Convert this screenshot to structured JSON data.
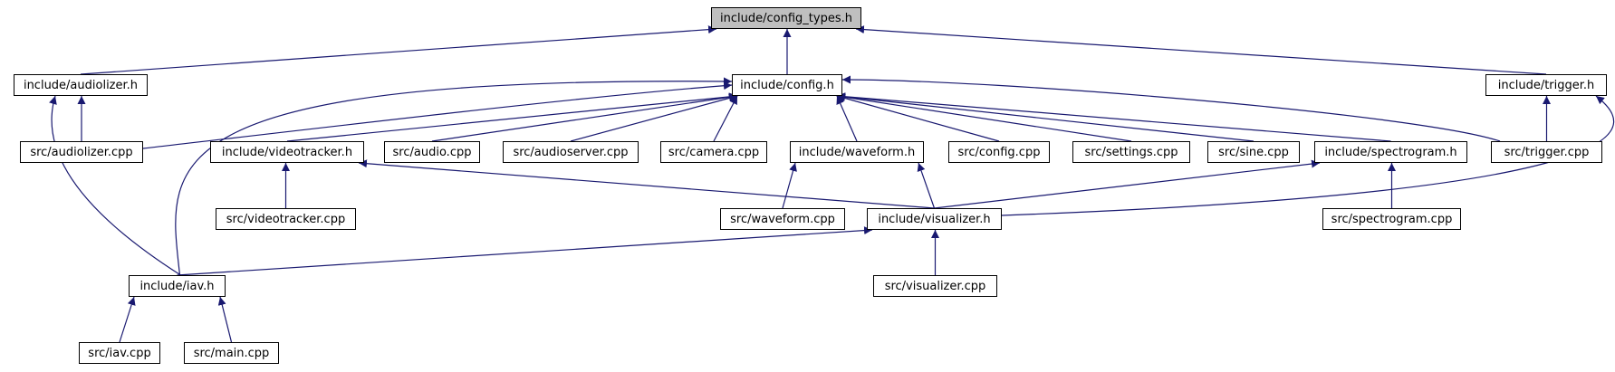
{
  "graph": {
    "nodes": [
      {
        "id": "config_types",
        "label": "include/config_types.h"
      },
      {
        "id": "audiolizer_h",
        "label": "include/audiolizer.h"
      },
      {
        "id": "config_h",
        "label": "include/config.h"
      },
      {
        "id": "trigger_h",
        "label": "include/trigger.h"
      },
      {
        "id": "audiolizer_cpp",
        "label": "src/audiolizer.cpp"
      },
      {
        "id": "videotracker_h",
        "label": "include/videotracker.h"
      },
      {
        "id": "audio_cpp",
        "label": "src/audio.cpp"
      },
      {
        "id": "audioserver_cpp",
        "label": "src/audioserver.cpp"
      },
      {
        "id": "camera_cpp",
        "label": "src/camera.cpp"
      },
      {
        "id": "waveform_h",
        "label": "include/waveform.h"
      },
      {
        "id": "config_cpp",
        "label": "src/config.cpp"
      },
      {
        "id": "settings_cpp",
        "label": "src/settings.cpp"
      },
      {
        "id": "sine_cpp",
        "label": "src/sine.cpp"
      },
      {
        "id": "spectrogram_h",
        "label": "include/spectrogram.h"
      },
      {
        "id": "trigger_cpp",
        "label": "src/trigger.cpp"
      },
      {
        "id": "videotracker_cpp",
        "label": "src/videotracker.cpp"
      },
      {
        "id": "waveform_cpp",
        "label": "src/waveform.cpp"
      },
      {
        "id": "visualizer_h",
        "label": "include/visualizer.h"
      },
      {
        "id": "spectrogram_cpp",
        "label": "src/spectrogram.cpp"
      },
      {
        "id": "iav_h",
        "label": "include/iav.h"
      },
      {
        "id": "visualizer_cpp",
        "label": "src/visualizer.cpp"
      },
      {
        "id": "iav_cpp",
        "label": "src/iav.cpp"
      },
      {
        "id": "main_cpp",
        "label": "src/main.cpp"
      }
    ],
    "edges": [
      [
        "audiolizer_h",
        "config_types"
      ],
      [
        "config_h",
        "config_types"
      ],
      [
        "trigger_h",
        "config_types"
      ],
      [
        "audiolizer_cpp",
        "audiolizer_h"
      ],
      [
        "iav_h",
        "audiolizer_h"
      ],
      [
        "audiolizer_cpp",
        "config_h"
      ],
      [
        "videotracker_h",
        "config_h"
      ],
      [
        "audio_cpp",
        "config_h"
      ],
      [
        "audioserver_cpp",
        "config_h"
      ],
      [
        "camera_cpp",
        "config_h"
      ],
      [
        "waveform_h",
        "config_h"
      ],
      [
        "config_cpp",
        "config_h"
      ],
      [
        "settings_cpp",
        "config_h"
      ],
      [
        "sine_cpp",
        "config_h"
      ],
      [
        "spectrogram_h",
        "config_h"
      ],
      [
        "trigger_cpp",
        "config_h"
      ],
      [
        "iav_h",
        "config_h"
      ],
      [
        "trigger_cpp",
        "trigger_h"
      ],
      [
        "visualizer_h",
        "trigger_h"
      ],
      [
        "videotracker_cpp",
        "videotracker_h"
      ],
      [
        "visualizer_h",
        "videotracker_h"
      ],
      [
        "waveform_cpp",
        "waveform_h"
      ],
      [
        "visualizer_h",
        "waveform_h"
      ],
      [
        "visualizer_h",
        "spectrogram_h"
      ],
      [
        "spectrogram_cpp",
        "spectrogram_h"
      ],
      [
        "iav_h",
        "visualizer_h"
      ],
      [
        "visualizer_cpp",
        "visualizer_h"
      ],
      [
        "iav_cpp",
        "iav_h"
      ],
      [
        "main_cpp",
        "iav_h"
      ]
    ],
    "colors": {
      "edge": "#191970",
      "root_fill": "#bfbfbf",
      "node_fill": "#ffffff",
      "border": "#000000"
    }
  }
}
